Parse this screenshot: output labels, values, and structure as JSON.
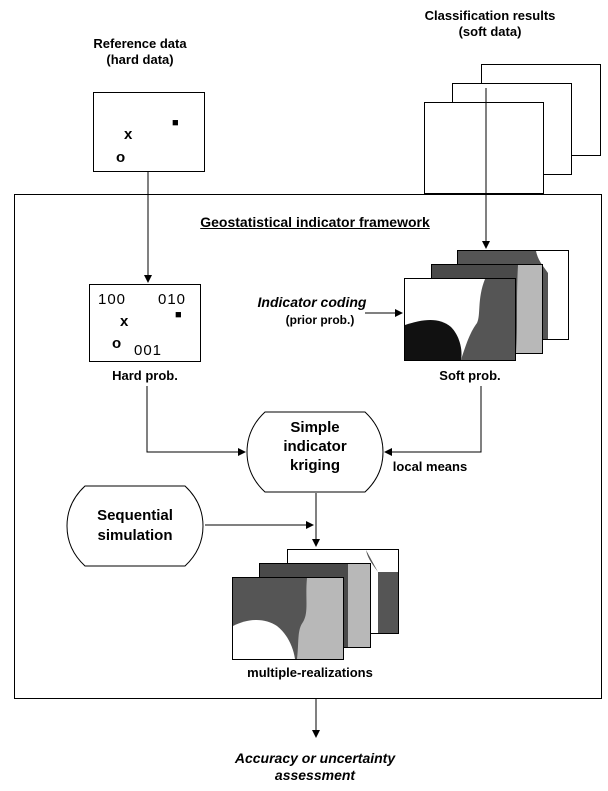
{
  "reference": {
    "line1": "Reference data",
    "line2": "(hard data)"
  },
  "classification": {
    "line1": "Classification results",
    "line2": "(soft data)"
  },
  "framework_title": "Geostatistical indicator framework",
  "hard_prob": {
    "label": "Hard prob.",
    "code_a": "100",
    "code_b": "010",
    "code_c": "001",
    "sym_x": "x",
    "sym_o": "o",
    "sym_square": "■"
  },
  "indicator_coding": {
    "line1": "Indicator coding",
    "line2": "(prior prob.)"
  },
  "soft_prob_label": "Soft prob.",
  "kriging": {
    "line1": "Simple",
    "line2": "indicator",
    "line3": "kriging"
  },
  "local_means": "local means",
  "sequential": {
    "line1": "Sequential",
    "line2": "simulation"
  },
  "realizations_label": "multiple-realizations",
  "accuracy": {
    "line1": "Accuracy or uncertainty",
    "line2": "assessment"
  }
}
